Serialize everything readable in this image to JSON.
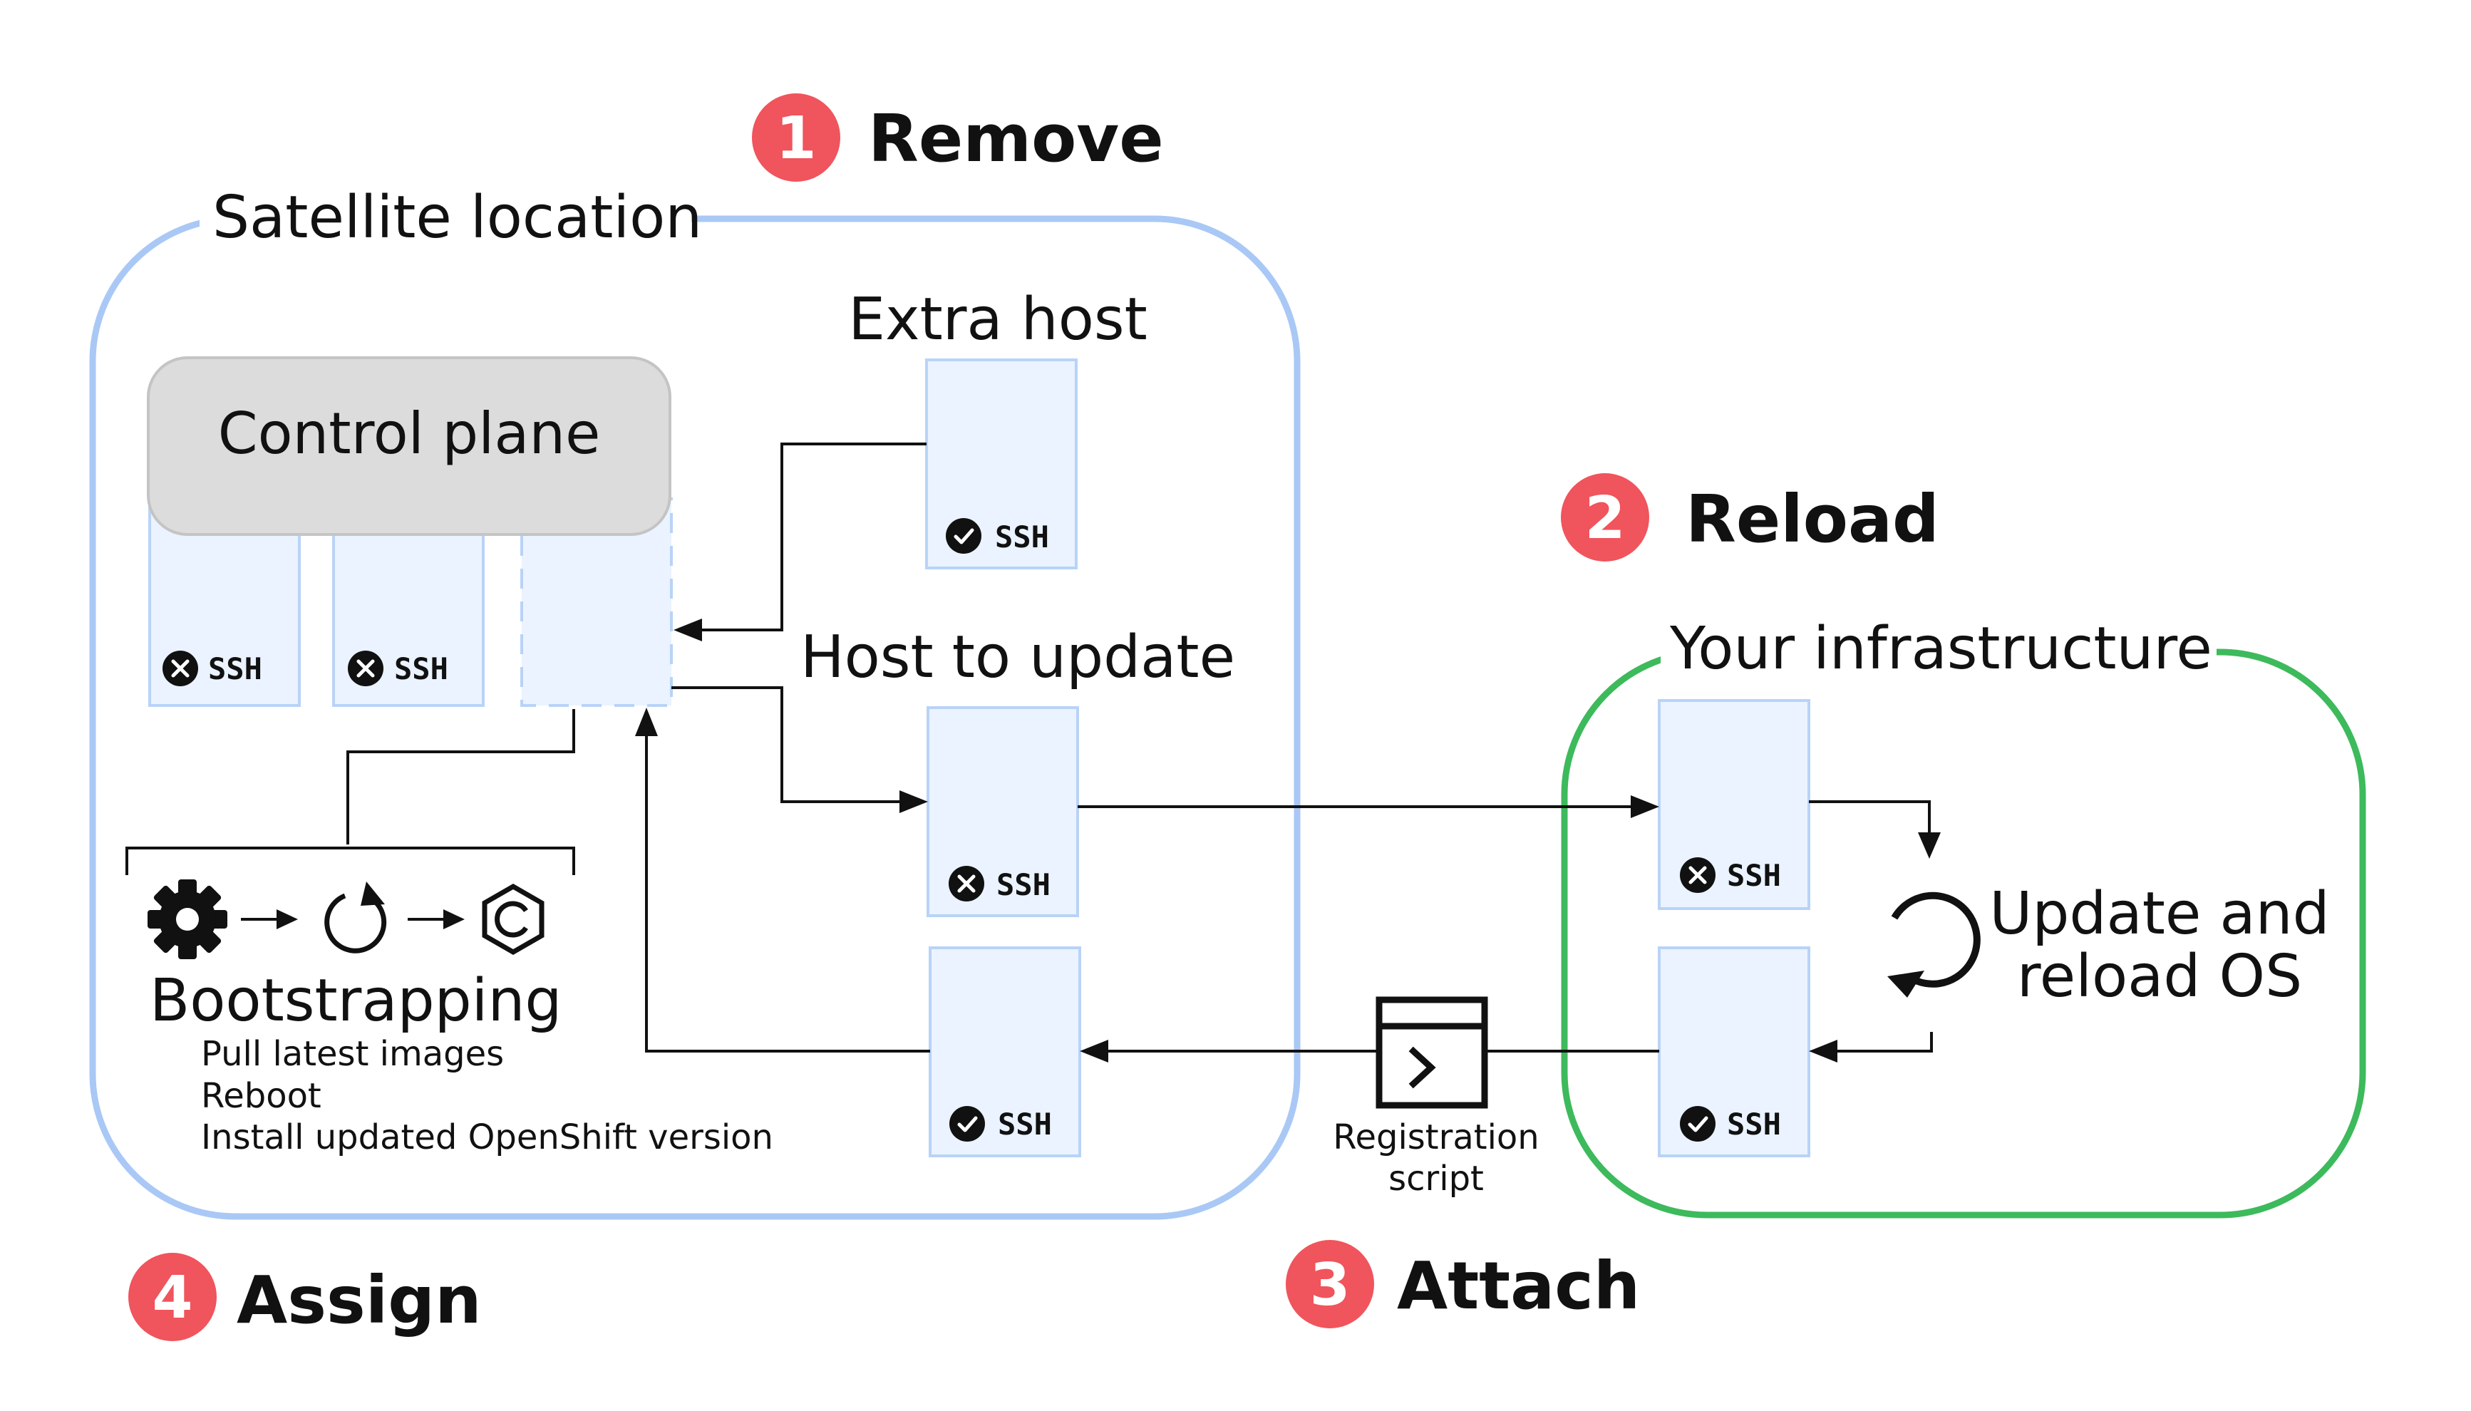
{
  "steps": {
    "remove": {
      "number": "1",
      "label": "Remove"
    },
    "reload": {
      "number": "2",
      "label": "Reload"
    },
    "attach": {
      "number": "3",
      "label": "Attach"
    },
    "assign": {
      "number": "4",
      "label": "Assign"
    }
  },
  "satellite": {
    "title": "Satellite location",
    "control_plane": "Control plane",
    "extra_host": "Extra host",
    "host_to_update": "Host to update",
    "ssh_label": "SSH"
  },
  "bootstrapping": {
    "title": "Bootstrapping",
    "steps": [
      "Pull latest images",
      "Reboot",
      "Install updated OpenShift version"
    ]
  },
  "registration": {
    "line1": "Registration",
    "line2": "script"
  },
  "infrastructure": {
    "title": "Your infrastructure",
    "update_line1": "Update and",
    "update_line2": "reload OS"
  },
  "colors": {
    "step_badge": "#f0545c",
    "satellite_border": "#a9c8f5",
    "infrastructure_border": "#3dba5c",
    "host_fill": "#eaf3ff",
    "host_border": "#b9d3f7",
    "control_plane_fill": "#dcdcdc"
  },
  "icons": {
    "ssh_disabled": "x-circle-icon",
    "ssh_enabled": "check-circle-icon",
    "bootstrap_sequence": [
      "gear-icon",
      "arrow-right-icon",
      "restart-icon",
      "arrow-right-icon",
      "openshift-icon"
    ],
    "registration": "terminal-icon",
    "reload": "rotate-icon"
  }
}
